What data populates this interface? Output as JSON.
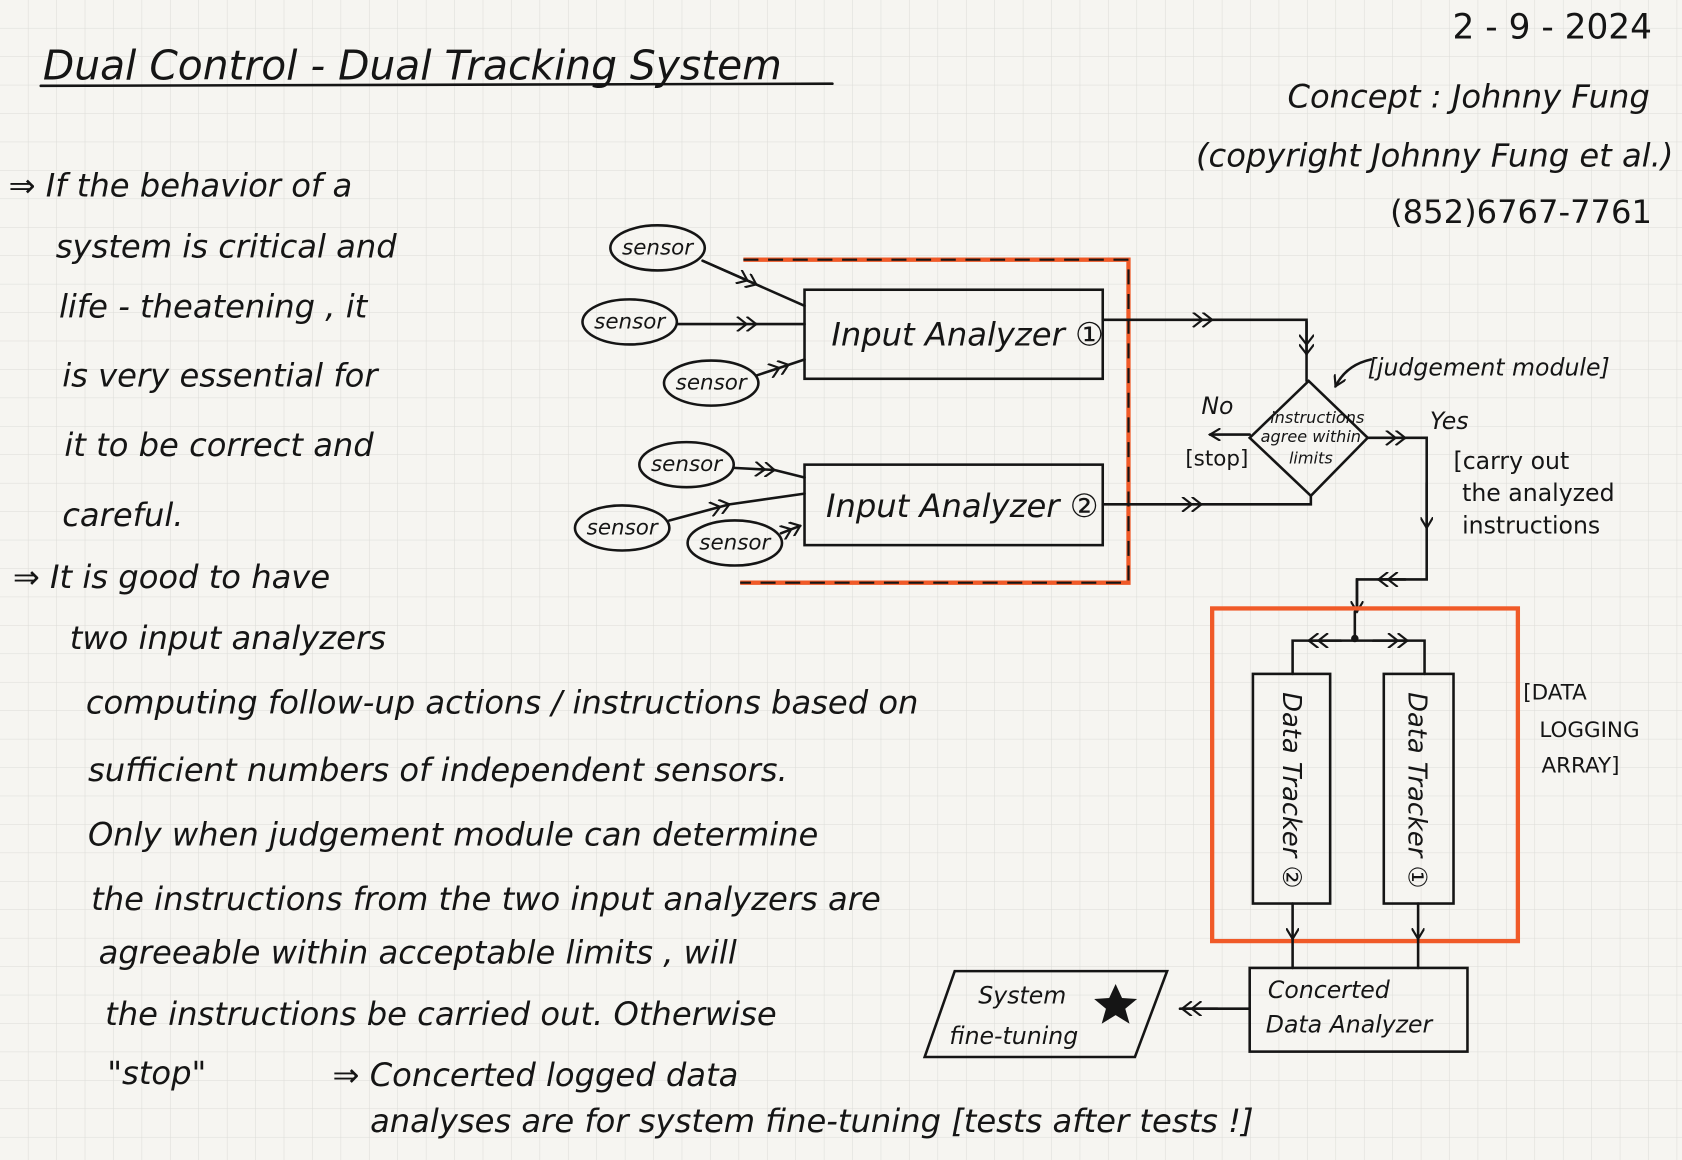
{
  "header": {
    "title": "Dual Control - Dual Tracking System",
    "date": "2 - 9 - 2024",
    "concept": "Concept : Johnny Fung",
    "copyright": "(copyright  Johnny Fung et al.)",
    "phone": "(852)6767-7761"
  },
  "notes": {
    "point1": [
      "⇒ If the behavior of a",
      "system is critical and",
      "life - theatening , it",
      "is very essential for",
      "it to be correct and",
      "careful."
    ],
    "point2": [
      "⇒ It is good to have",
      "two input analyzers",
      "computing follow-up actions / instructions based on",
      "sufficient numbers of independent sensors.",
      "Only when judgement module can determine",
      "the instructions from the two input analyzers are",
      "agreeable within acceptable limits , will",
      "the instructions be carried out. Otherwise",
      "\"stop\""
    ],
    "point3": [
      "⇒ Concerted logged data",
      "analyses are for system fine-tuning [tests after tests !]"
    ]
  },
  "diagram": {
    "sensor_label": "sensor",
    "input_analyzer_1": "Input Analyzer ①",
    "input_analyzer_2": "Input Analyzer ②",
    "judgement_label": "[judgement module]",
    "decision": [
      "instructions",
      "agree within",
      "limits"
    ],
    "no_label": "No",
    "stop_label": "[stop]",
    "yes_label": "Yes",
    "carry_out": [
      "[carry out",
      "the analyzed",
      "instructions"
    ],
    "data_tracker_2": "Data Tracker ②",
    "data_tracker_1": "Data Tracker ①",
    "array_label": [
      "[DATA",
      "LOGGING",
      "ARRAY]"
    ],
    "concerted": [
      "Concerted",
      "Data Analyzer"
    ],
    "fine_tuning": [
      "System",
      "fine-tuning"
    ],
    "accent_color": "#f05a28"
  }
}
